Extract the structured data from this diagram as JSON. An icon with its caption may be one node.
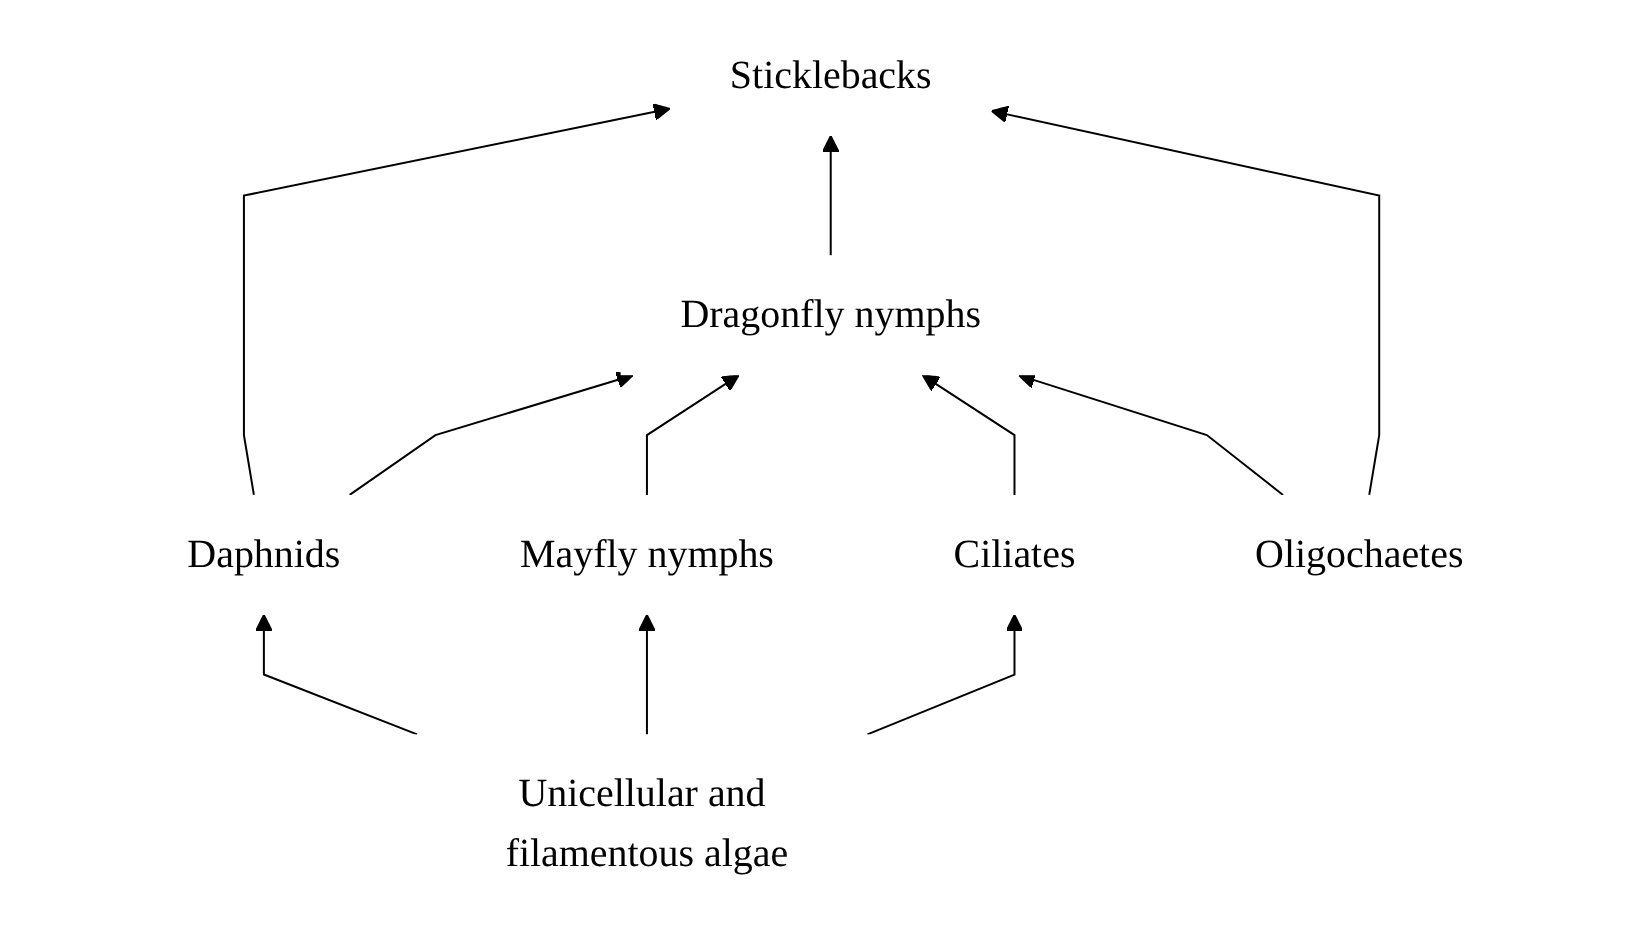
{
  "diagram": {
    "nodes": [
      {
        "text": [
          "Sticklebacks"
        ]
      },
      {
        "text": [
          "Dragonfly nymphs"
        ]
      },
      {
        "text": [
          "Daphnids"
        ]
      },
      {
        "text": [
          "Mayfly nymphs"
        ]
      },
      {
        "text": [
          "Ciliates"
        ]
      },
      {
        "text": [
          "Oligochaetes"
        ]
      },
      {
        "text": [
          "Unicellular and filamentous algae"
        ]
      }
    ],
    "edges": [
      {
        "from": 2,
        "to": 0,
        "arrow": "to"
      },
      {
        "from": 1,
        "to": 0,
        "arrow": "to"
      },
      {
        "from": 5,
        "to": 0,
        "arrow": "to"
      },
      {
        "from": 2,
        "to": 1,
        "arrow": "to"
      },
      {
        "from": 3,
        "to": 1,
        "arrow": "to"
      },
      {
        "from": 4,
        "to": 1,
        "arrow": "to"
      },
      {
        "from": 5,
        "to": 1,
        "arrow": "to"
      },
      {
        "from": 6,
        "to": 2,
        "arrow": "to"
      },
      {
        "from": 6,
        "to": 3,
        "arrow": "to"
      },
      {
        "from": 6,
        "to": 4,
        "arrow": "to"
      }
    ]
  }
}
